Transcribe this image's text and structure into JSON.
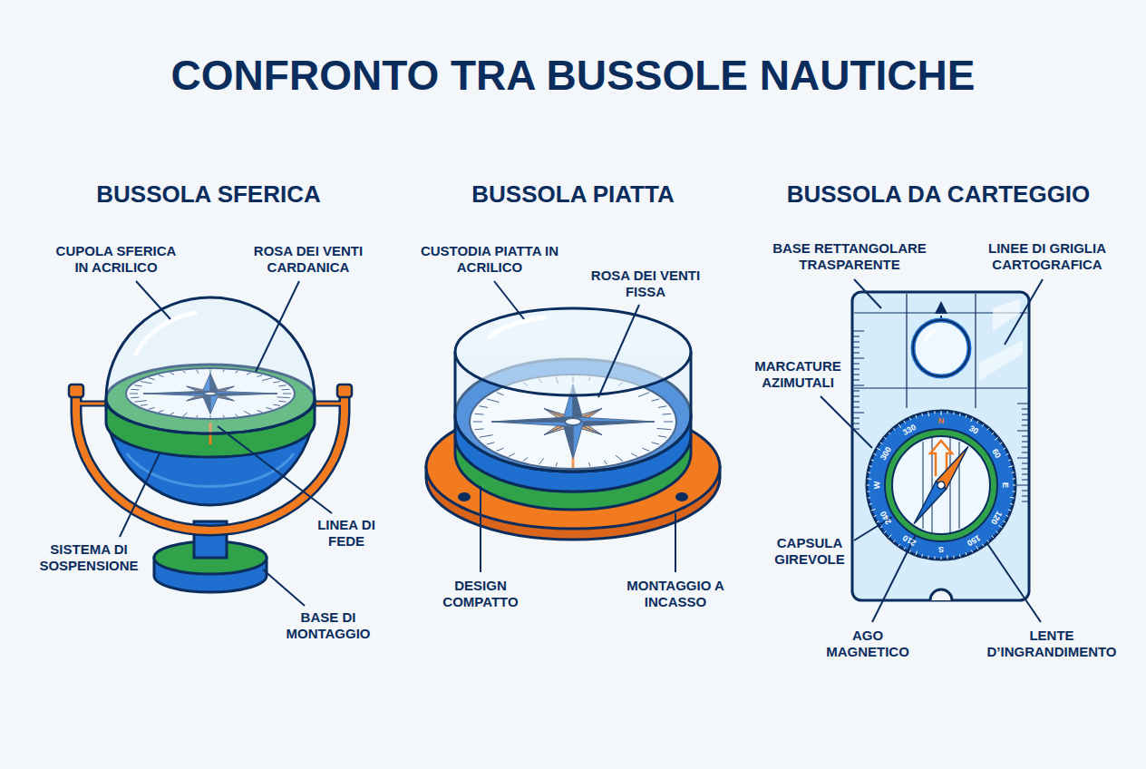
{
  "diagram": {
    "title": "CONFRONTO TRA BUSSOLE NAUTICHE",
    "labels": [
      "BUSSOLA SFERICA",
      "CUPOLA SFERICA IN ACRILICO",
      "ROSA DEI VENTI CARDANICA",
      "SISTEMA DI SOSPENSIONE",
      "LINEA DI FEDE",
      "BASE DI MONTAGGIO",
      "BUSSOLA PIATTA",
      "CUSTODIA PIATTA IN ACRILICO",
      "ROSA DEI VENTI FISSA",
      "DESIGN COMPATTO",
      "MONTAGGIO A INCASSO",
      "BUSSOLA DA CARTEGGIO",
      "BASE RETTANGOLARE TRASPARENTE",
      "LINEE DI GRIGLIA CARTOGRAFICA",
      "MARCATURE AZIMUTALI",
      "CAPSULA GIREVOLE",
      "AGO MAGNETICO",
      "LENTE D’INGRANDIMENTO",
      "N",
      "30",
      "60",
      "E",
      "120",
      "150",
      "S",
      "210",
      "240",
      "W",
      "300",
      "330"
    ]
  }
}
